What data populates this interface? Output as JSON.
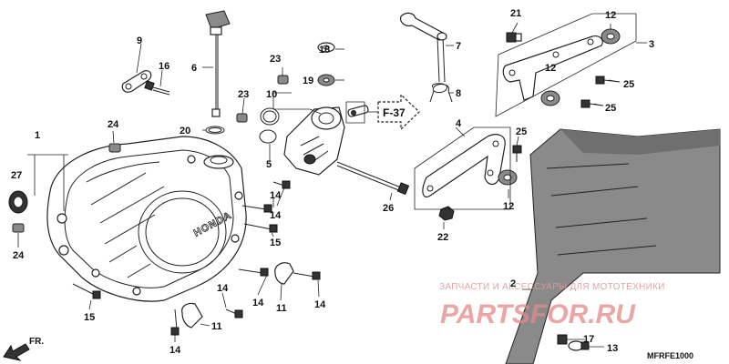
{
  "diagram": {
    "callouts": [
      {
        "id": "c1",
        "text": "1"
      },
      {
        "id": "c2",
        "text": "2"
      },
      {
        "id": "c3",
        "text": "3"
      },
      {
        "id": "c4",
        "text": "4"
      },
      {
        "id": "c5",
        "text": "5"
      },
      {
        "id": "c6",
        "text": "6"
      },
      {
        "id": "c7",
        "text": "7"
      },
      {
        "id": "c8",
        "text": "8"
      },
      {
        "id": "c9",
        "text": "9"
      },
      {
        "id": "c10",
        "text": "10"
      },
      {
        "id": "c11a",
        "text": "11"
      },
      {
        "id": "c11b",
        "text": "11"
      },
      {
        "id": "c12a",
        "text": "12"
      },
      {
        "id": "c12b",
        "text": "12"
      },
      {
        "id": "c12c",
        "text": "12"
      },
      {
        "id": "c13",
        "text": "13"
      },
      {
        "id": "c14a",
        "text": "14"
      },
      {
        "id": "c14b",
        "text": "14"
      },
      {
        "id": "c14c",
        "text": "14"
      },
      {
        "id": "c14d",
        "text": "14"
      },
      {
        "id": "c14e",
        "text": "14"
      },
      {
        "id": "c14f",
        "text": "14"
      },
      {
        "id": "c15a",
        "text": "15"
      },
      {
        "id": "c15b",
        "text": "15"
      },
      {
        "id": "c16",
        "text": "16"
      },
      {
        "id": "c17",
        "text": "17"
      },
      {
        "id": "c18",
        "text": "18"
      },
      {
        "id": "c19",
        "text": "19"
      },
      {
        "id": "c20",
        "text": "20"
      },
      {
        "id": "c21",
        "text": "21"
      },
      {
        "id": "c22",
        "text": "22"
      },
      {
        "id": "c23a",
        "text": "23"
      },
      {
        "id": "c23b",
        "text": "23"
      },
      {
        "id": "c24a",
        "text": "24"
      },
      {
        "id": "c24b",
        "text": "24"
      },
      {
        "id": "c25a",
        "text": "25"
      },
      {
        "id": "c25b",
        "text": "25"
      },
      {
        "id": "c25c",
        "text": "25"
      },
      {
        "id": "c26",
        "text": "26"
      },
      {
        "id": "c27",
        "text": "27"
      }
    ],
    "frame_reference": "F-37",
    "direction_label": "FR.",
    "brand_text": "HONDA",
    "diagram_code": "MFRFE1000"
  },
  "watermark": {
    "subtitle": "ЗАПЧАСТИ И АКСЕССУАРЫ ДЛЯ МОТОТЕХНИКИ",
    "title": "PARTSFOR.RU"
  },
  "colors": {
    "line": "#222222",
    "watermark": "#e58a8a"
  }
}
